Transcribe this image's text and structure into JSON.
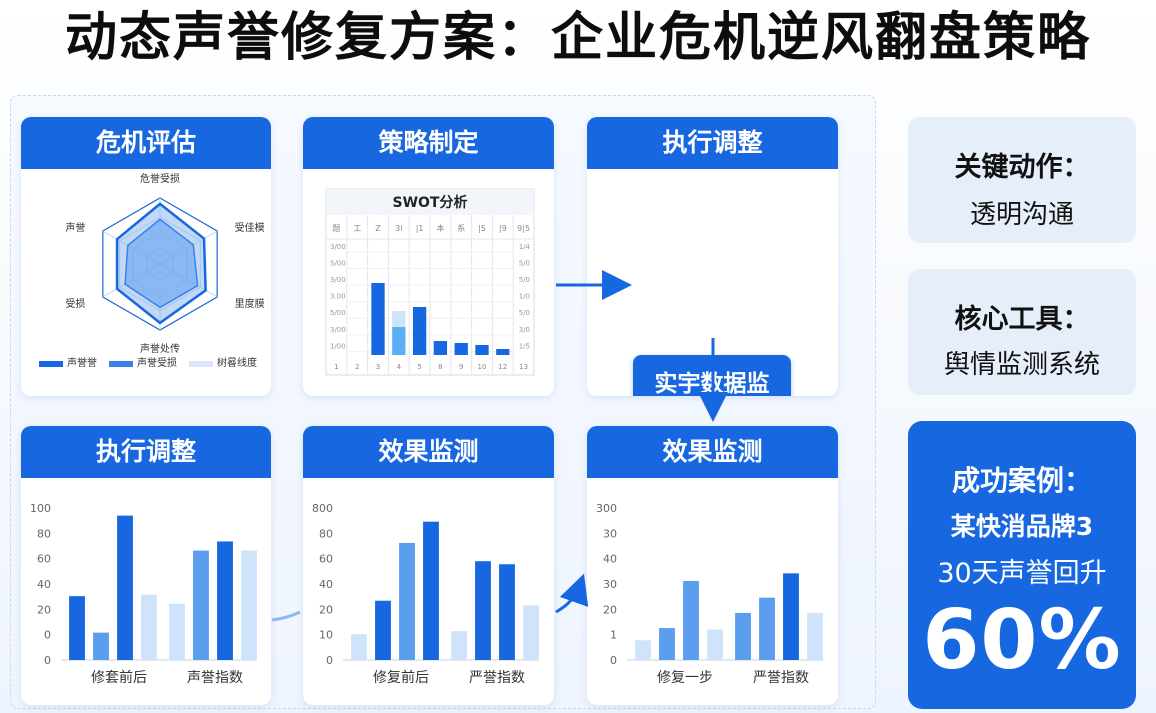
{
  "title": "动态声誉修复方案：企业危机逆风翻盘策略",
  "colors": {
    "primary": "#1667e0",
    "mid": "#5b9ef0",
    "light": "#cfe3fb"
  },
  "cards": {
    "crisis": {
      "header": "危机评估",
      "radar": {
        "axes": [
          "危誉受损",
          "受佳模",
          "里度膜",
          "声誉处传",
          "受损",
          "声誉"
        ],
        "legend": [
          "声誉誉",
          "声誉受损",
          "树晷线度"
        ]
      }
    },
    "strategy": {
      "header": "策略制定",
      "swot_title": "SWOT分析",
      "col_headers": [
        "题",
        "工",
        "Z",
        "3l",
        "|1",
        "本",
        "系",
        "|5",
        "|9",
        "9|5"
      ],
      "row_labels": [
        "3/00",
        "5/00",
        "3/00",
        "3.00",
        "5/00",
        "3/00",
        "1/00"
      ],
      "right_labels": [
        "1/4",
        "5/0",
        "5/0",
        "1/0",
        "5/0",
        "3/0",
        "1/5"
      ],
      "x_labels": [
        "1",
        "2",
        "3",
        "4",
        "5",
        "8",
        "9",
        "10",
        "12",
        "13"
      ]
    },
    "execution_top": {
      "header": "执行调整",
      "monitor_label": "实宇数据监控"
    },
    "execution_bottom": {
      "header": "执行调整"
    },
    "effect_mid": {
      "header": "效果监测"
    },
    "effect_right": {
      "header": "效果监测"
    }
  },
  "side": {
    "action": {
      "label": "关键动作：",
      "value": "透明沟通"
    },
    "tool": {
      "label": "核心工具：",
      "value": "舆情监测系统"
    },
    "success": {
      "label": "成功案例：",
      "case": "某快消品牌3",
      "desc": "30天声誉回升",
      "percent": "60%"
    }
  },
  "chart_data": [
    {
      "type": "bar",
      "y_ticks": [
        "100",
        "80",
        "60",
        "40",
        "20",
        "0",
        "0"
      ],
      "group_labels": [
        "修套前后",
        "声誉指数"
      ],
      "values": [
        42,
        18,
        95,
        43,
        37,
        72,
        78,
        72
      ],
      "shades": [
        "primary",
        "mid",
        "primary",
        "light",
        "light",
        "mid",
        "primary",
        "light"
      ]
    },
    {
      "type": "bar",
      "y_ticks": [
        "800",
        "80",
        "60",
        "40",
        "20",
        "10",
        "0"
      ],
      "group_labels": [
        "修复前后",
        "严誉指数"
      ],
      "values": [
        17,
        39,
        77,
        91,
        19,
        65,
        63,
        36
      ],
      "shades": [
        "light",
        "primary",
        "mid",
        "primary",
        "light",
        "primary",
        "primary",
        "light"
      ]
    },
    {
      "type": "bar",
      "y_ticks": [
        "300",
        "30",
        "40",
        "30",
        "20",
        "1",
        "0"
      ],
      "group_labels": [
        "修复一步",
        "严誉指数"
      ],
      "values": [
        13,
        21,
        52,
        20,
        31,
        41,
        57,
        31
      ],
      "shades": [
        "light",
        "mid",
        "mid",
        "light",
        "mid",
        "mid",
        "primary",
        "light"
      ]
    }
  ]
}
